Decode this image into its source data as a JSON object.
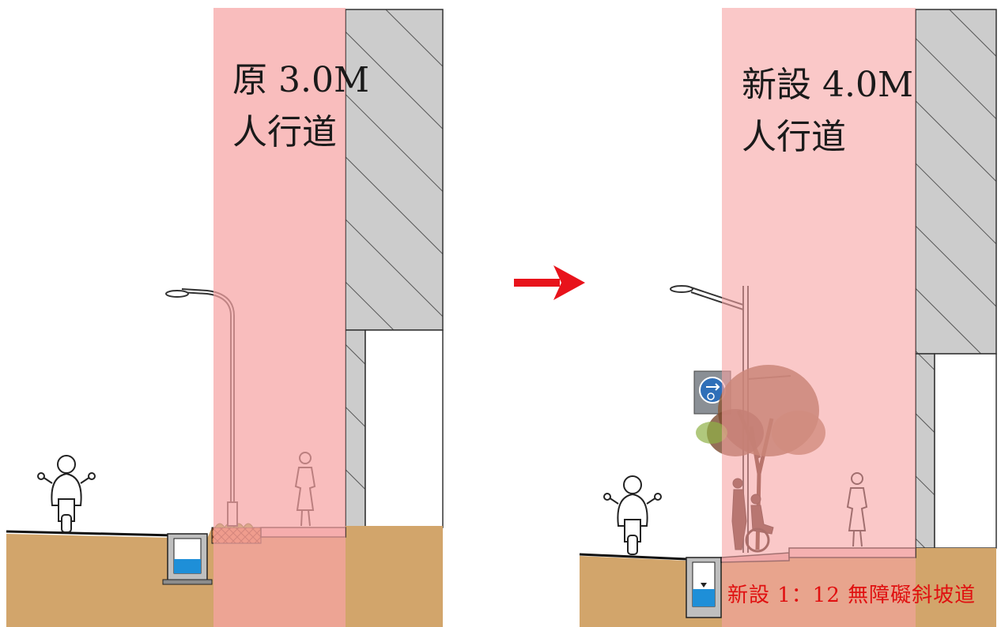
{
  "before": {
    "width_label": "原 3.0M",
    "type_label": "人行道"
  },
  "after": {
    "width_label": "新設 4.0M",
    "type_label": "人行道",
    "ramp_label": "新設 1：12 無障礙斜坡道"
  },
  "colors": {
    "sidewalk_highlight": "#f7a3a3",
    "soil": "#d2a56b",
    "building_fill": "#cccccc",
    "arrow": "#e8131b",
    "ramp_text": "#e01010",
    "water": "#1e8fd8"
  },
  "icons": {
    "arrow": "right-arrow-icon",
    "sign": "accessibility-sign-icon"
  }
}
